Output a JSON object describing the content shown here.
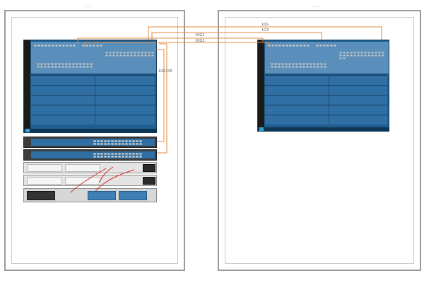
{
  "racks": [
    {
      "title": "·  · ·"
    },
    {
      "title": "· · ·"
    }
  ],
  "cable_labels": {
    "top1": "10G",
    "top2": "1G3",
    "mid1": "10G1",
    "mid2": "10G2",
    "vertical": "10G105"
  },
  "colors": {
    "cable_orange": "#e08a3c",
    "cable_red": "#d12a2a",
    "chassis_blue": "#1f5e8e",
    "rack_border": "#9a9a9a"
  }
}
